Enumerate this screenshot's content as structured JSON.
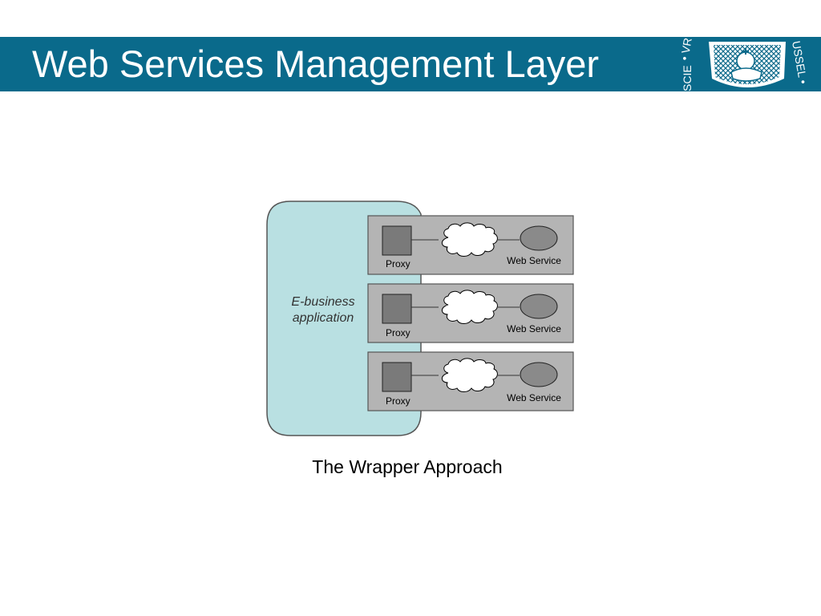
{
  "slide": {
    "title": "Web Services Management Layer",
    "caption": "The Wrapper Approach"
  },
  "diagram": {
    "application_label_line1": "E-business",
    "application_label_line2": "application",
    "rows": [
      {
        "proxy_label": "Proxy",
        "service_label": "Web Service"
      },
      {
        "proxy_label": "Proxy",
        "service_label": "Web Service"
      },
      {
        "proxy_label": "Proxy",
        "service_label": "Web Service"
      }
    ]
  },
  "colors": {
    "title_bar": "#0a6a8b",
    "application_fill": "#b9e0e2",
    "row_fill": "#b4b4b4",
    "proxy_fill": "#7a7a7a",
    "service_fill": "#8a8a8a",
    "cloud_fill": "#ffffff"
  },
  "icons": {
    "logo": "university-seal-logo",
    "network": "cloud-icon"
  }
}
